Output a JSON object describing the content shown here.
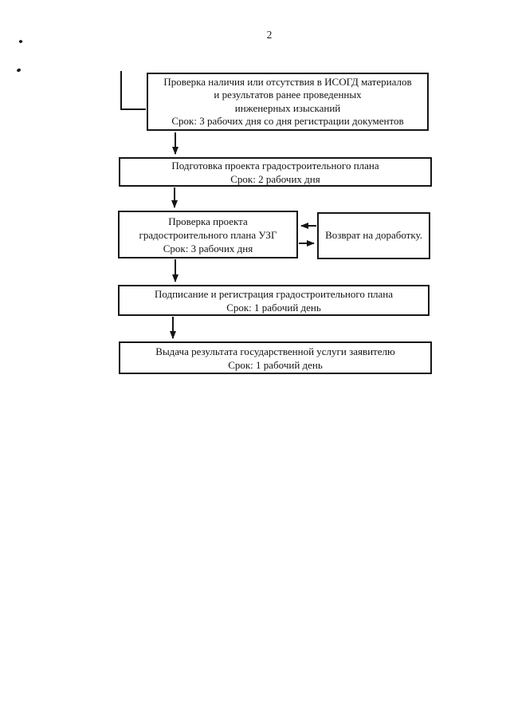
{
  "page": {
    "number": "2"
  },
  "colors": {
    "ink": "#141414",
    "paper": "#ffffff"
  },
  "flowchart": {
    "steps": [
      {
        "name": "isogd-check",
        "lines": [
          "Проверка наличия или отсутствия в ИСОГД материалов",
          "и результатов ранее проведенных",
          "инженерных изысканий",
          "Срок: 3 рабочих дня со дня регистрации документов"
        ]
      },
      {
        "name": "plan-draft-preparation",
        "lines": [
          "Подготовка проекта градостроительного плана",
          "Срок: 2 рабочих дня"
        ]
      },
      {
        "name": "plan-draft-review-uzg",
        "lines": [
          "Проверка проекта",
          "градостроительного плана УЗГ",
          "Срок: 3 рабочих дня"
        ]
      },
      {
        "name": "return-for-rework",
        "lines": [
          "Возврат на доработку."
        ]
      },
      {
        "name": "signing-and-registration",
        "lines": [
          "Подписание и регистрация градостроительного плана",
          "Срок: 1 рабочий день"
        ]
      },
      {
        "name": "result-issuance",
        "lines": [
          "Выдача результата государственной услуги заявителю",
          "Срок: 1 рабочий день"
        ]
      }
    ]
  }
}
